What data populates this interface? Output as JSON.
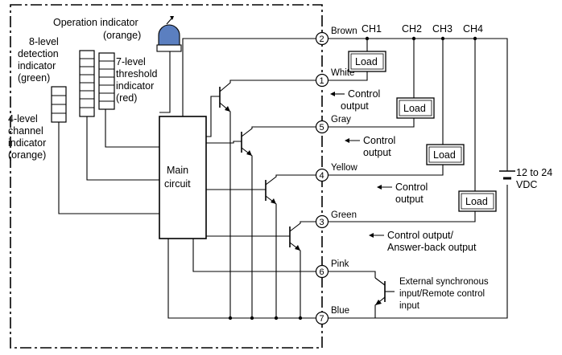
{
  "indicators": {
    "operation": [
      "Operation indicator",
      "(orange)"
    ],
    "detection": [
      "8-level",
      "detection",
      "indicator",
      "(green)"
    ],
    "threshold": [
      "7-level",
      "threshold",
      "indicator",
      "(red)"
    ],
    "channel": [
      "4-level",
      "channel",
      "indicator",
      "(orange)"
    ]
  },
  "main_circuit": [
    "Main",
    "circuit"
  ],
  "channels": [
    "CH1",
    "CH2",
    "CH3",
    "CH4"
  ],
  "wires": {
    "brown": "Brown",
    "white": "White",
    "gray": "Gray",
    "yellow": "Yellow",
    "green": "Green",
    "pink": "Pink",
    "blue": "Blue"
  },
  "pins": [
    "1",
    "2",
    "3",
    "4",
    "5",
    "6",
    "7"
  ],
  "load_label": "Load",
  "control_output": [
    "Control",
    "output"
  ],
  "green_output": [
    "Control output/",
    "Answer-back output"
  ],
  "ext_input": [
    "External synchronous",
    "input/Remote control",
    "input"
  ],
  "supply": [
    "12 to 24",
    "VDC"
  ]
}
